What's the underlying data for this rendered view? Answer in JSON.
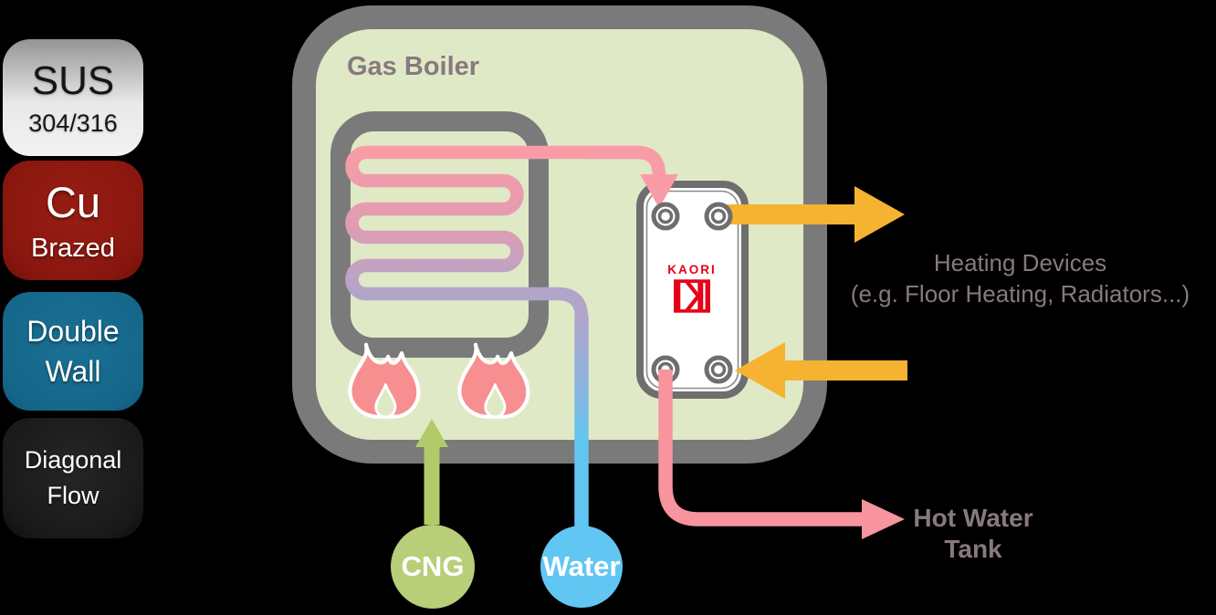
{
  "legend_badges": [
    {
      "title": "SUS",
      "subtitle": "304/316"
    },
    {
      "title": "Cu",
      "subtitle": "Brazed"
    },
    {
      "title": "Double",
      "subtitle": "Wall"
    },
    {
      "title": "Diagonal",
      "subtitle": "Flow"
    }
  ],
  "boiler": {
    "label": "Gas Boiler"
  },
  "heat_exchanger": {
    "brand": "KAORI"
  },
  "flows": {
    "cng_label": "CNG",
    "water_label": "Water",
    "heating_line1": "Heating Devices",
    "heating_line2": "(e.g. Floor Heating, Radiators...)",
    "hot_water_line1": "Hot Water",
    "hot_water_line2": "Tank"
  },
  "icons": {
    "flame": "flame-icon",
    "kaori_mark": "kaori-k-mark",
    "arrows": "flow-arrow"
  },
  "colors": {
    "background": "#000000",
    "panel-green": "#e0e9c6",
    "border-gray": "#7a7a7a",
    "hx-gray": "#6e6e6e",
    "pink": "#f99ca7",
    "purple": "#b2a5ca",
    "water-blue": "#62c6f3",
    "tank-pink": "#f7949e",
    "orange": "#f5b331",
    "cng-green": "#b8ce78",
    "cng-arrow-green": "#b2cb68",
    "flame-pink": "#f78f90",
    "label-mauve": "#87797f",
    "kaori-red": "#e60019",
    "badge-cu-bg": "#8a170f",
    "badge-dw-bg": "#15678a",
    "badge-df-bg": "#191919"
  }
}
